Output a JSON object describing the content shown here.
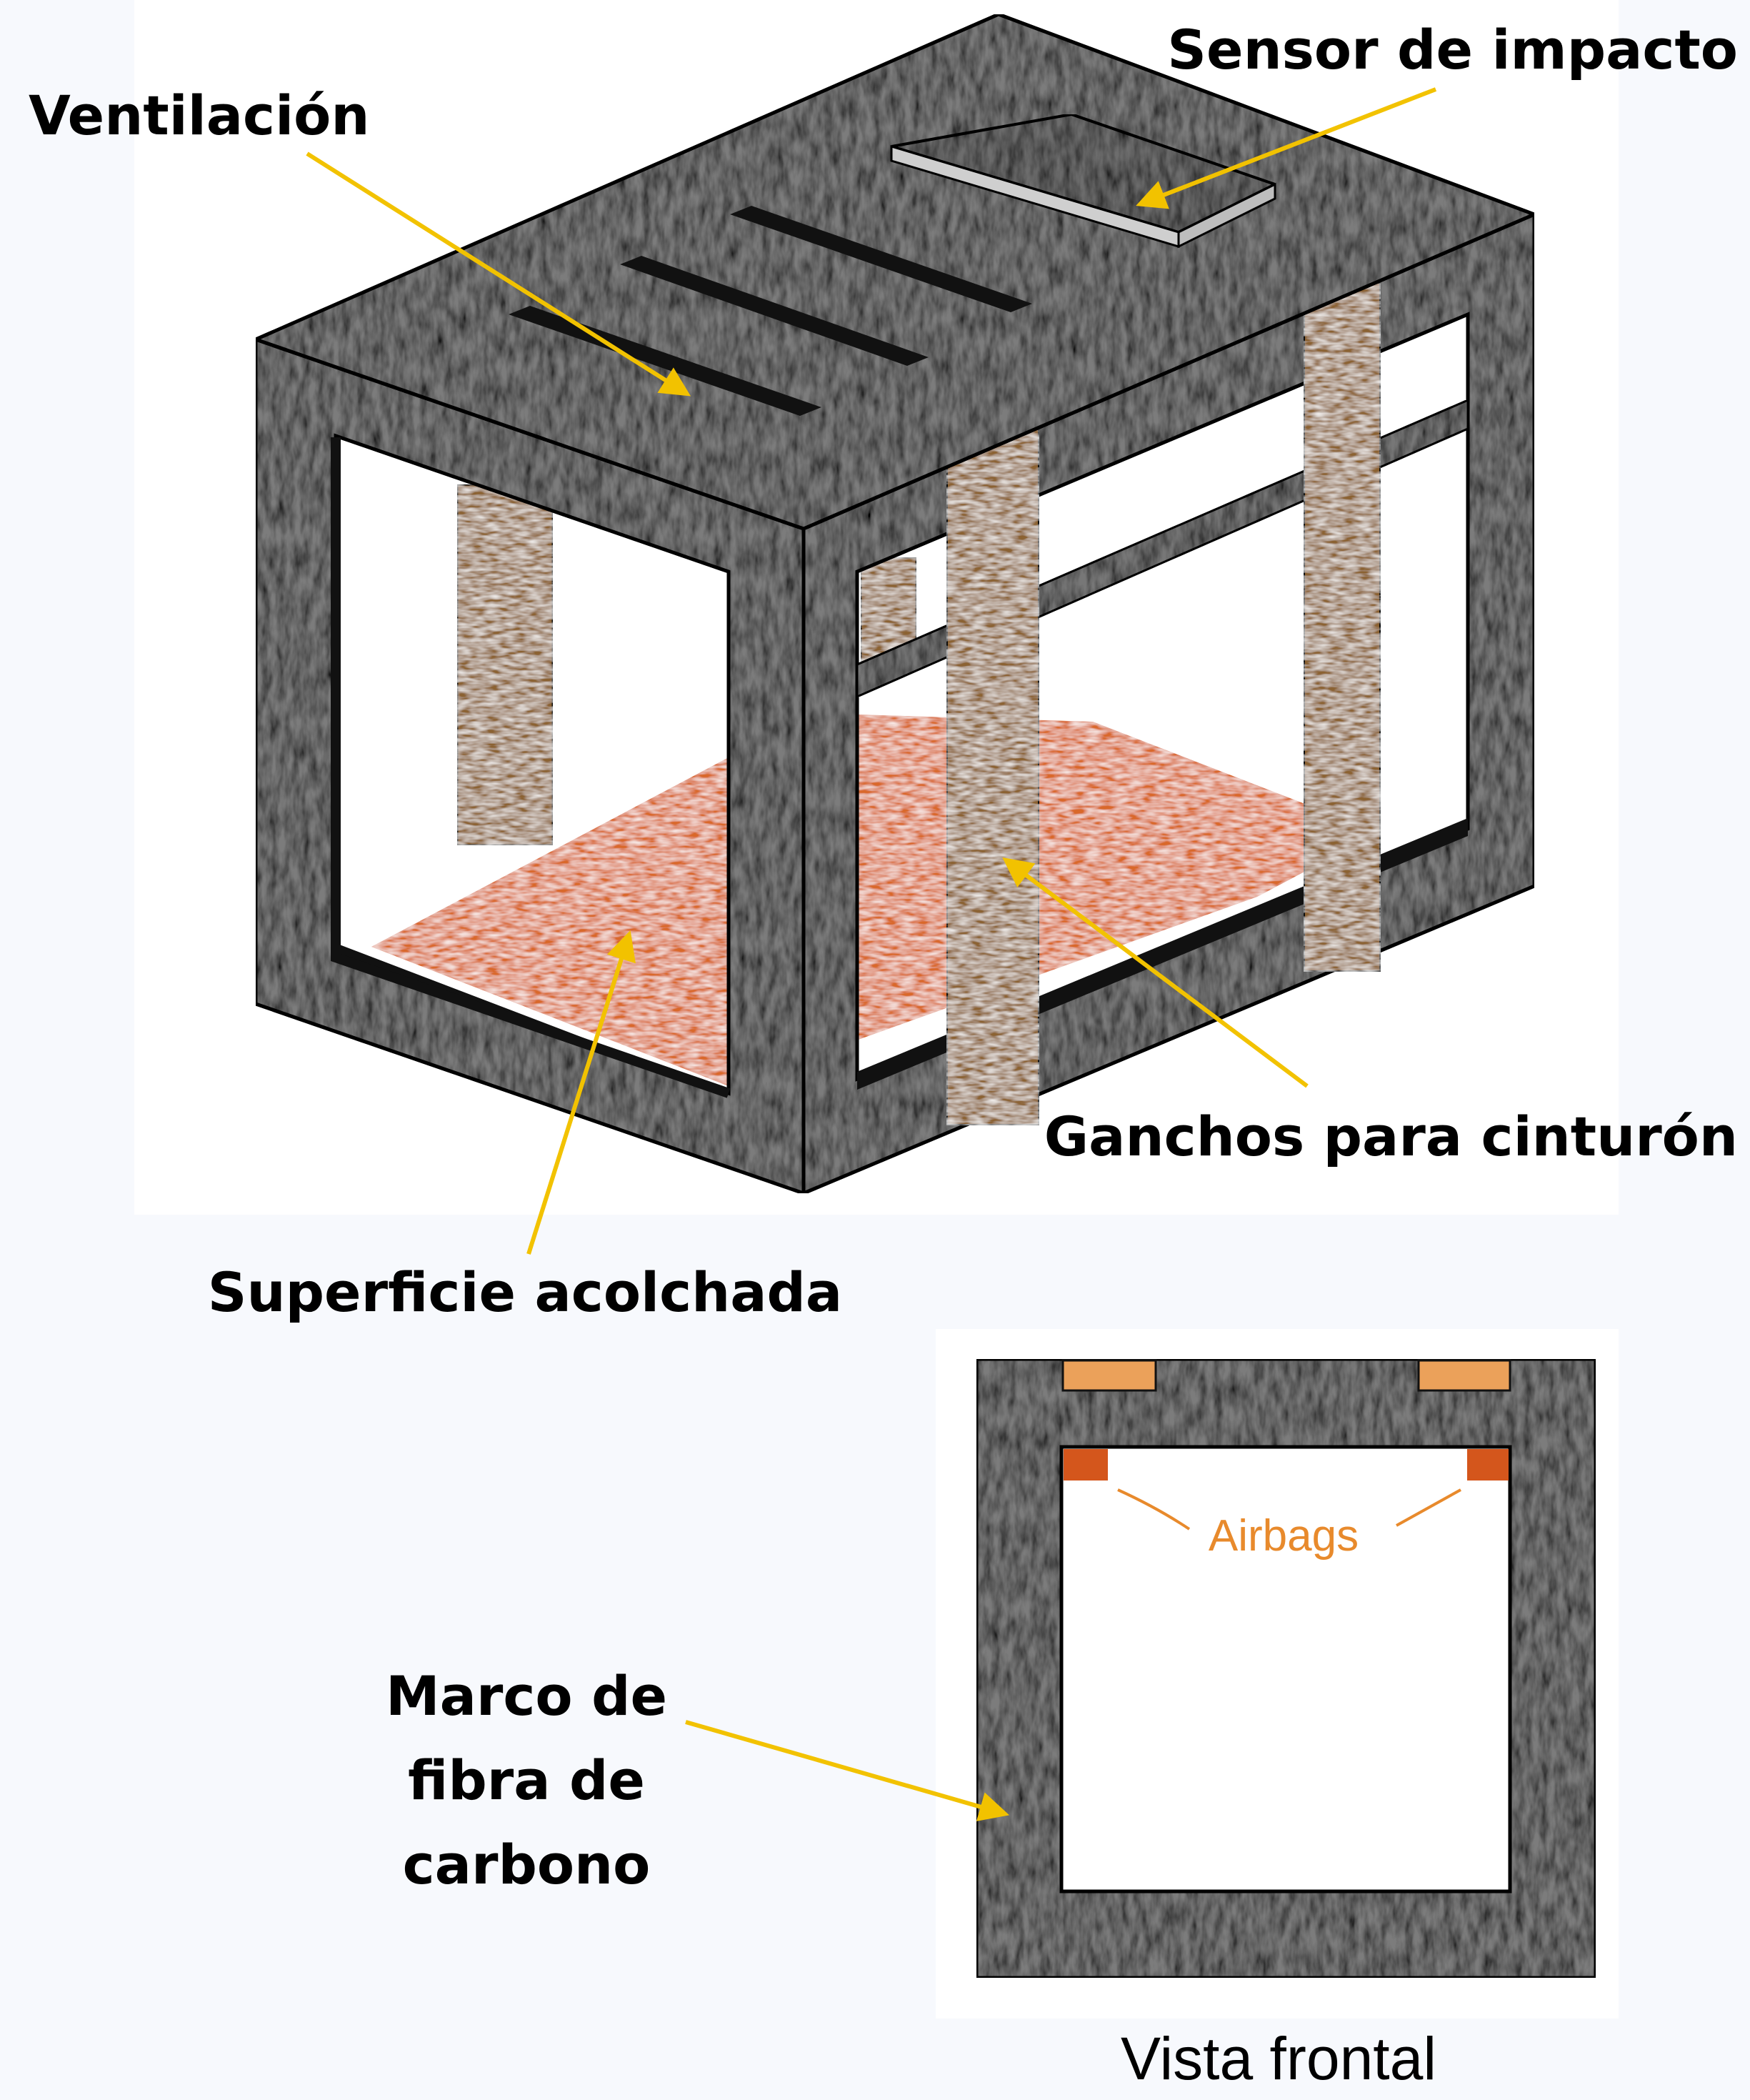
{
  "labels": {
    "ventilation": "Ventilación",
    "impact_sensor": "Sensor de impacto",
    "belt_hooks": "Ganchos para cinturón",
    "padded_surface": "Superficie acolchada",
    "frame_line1": "Marco de",
    "frame_line2": "fibra de",
    "frame_line3": "carbono",
    "airbags": "Airbags",
    "front_view": "Vista frontal"
  },
  "colors": {
    "page_background": "#f7f9fd",
    "panel_background": "#ffffff",
    "frame_gray": "#7c7c7c",
    "frame_dark": "#3a3a3a",
    "padding_orange": "#d9672c",
    "strap_brown": "#8b6230",
    "sensor_gray": "#6d6d6d",
    "leader_yellow": "#f2c200",
    "airbag_orange": "#e88a2c",
    "airbag_block": "#d4561c",
    "top_block": "#eba15a"
  },
  "icons": {
    "vent_slot": "vent-slot-icon",
    "sensor_plate": "impact-sensor-icon",
    "airbag": "airbag-icon"
  }
}
